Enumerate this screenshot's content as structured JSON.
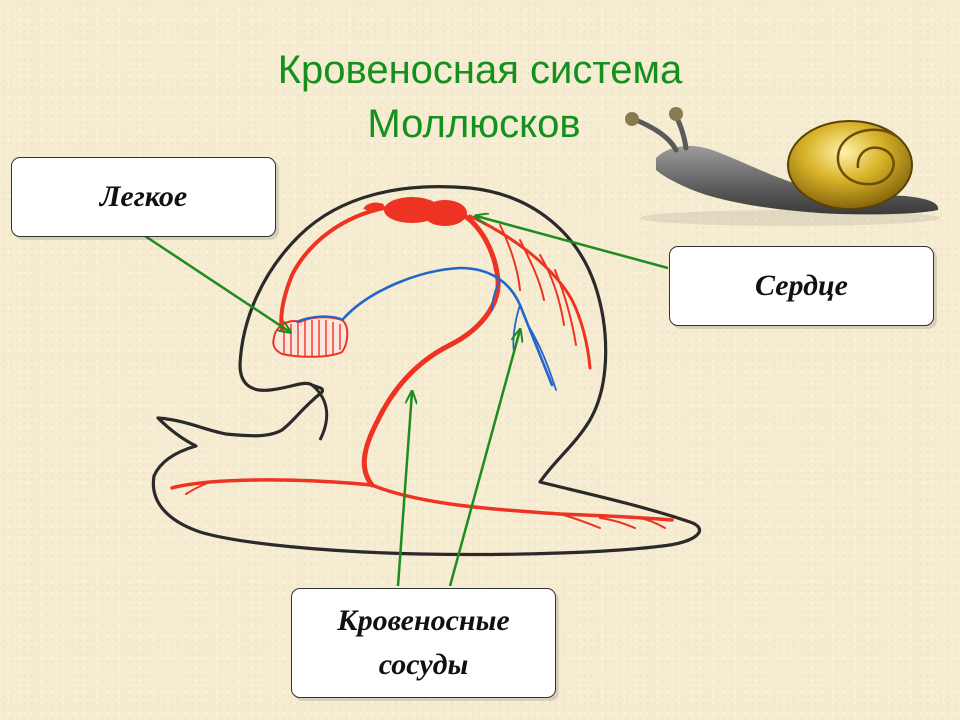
{
  "title": {
    "line1": "Кровеносная система",
    "line2": "Моллюсков"
  },
  "labels": {
    "lung": "Легкое",
    "heart": "Сердце",
    "vessels_line1": "Кровеносные",
    "vessels_line2": "сосуды"
  },
  "colors": {
    "title": "#14901e",
    "arrows": "#1e8c1e",
    "arteries": "#ee3322",
    "veins": "#2266cc",
    "outline": "#2a2a2a",
    "shell": "#c9a21e"
  },
  "icons": {
    "decoration": "snail-icon"
  }
}
